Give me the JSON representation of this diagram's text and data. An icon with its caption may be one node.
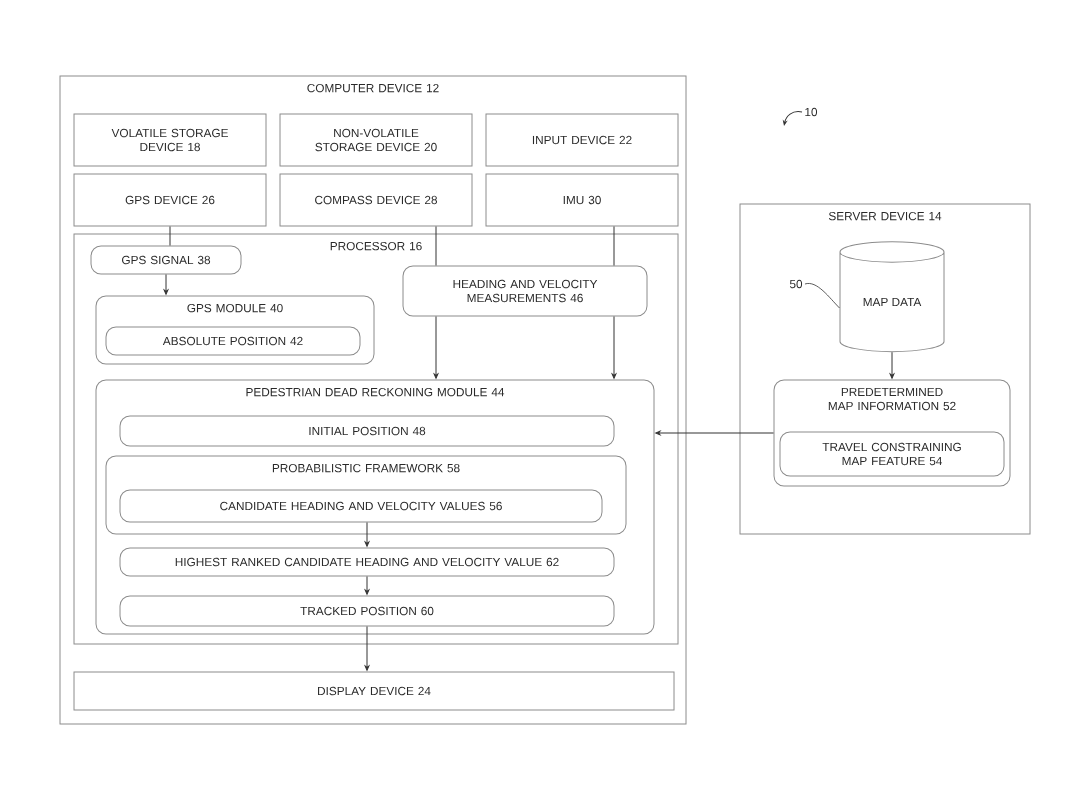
{
  "diagram": {
    "nodes": [
      {
        "text": [
          "COMPUTER DEVICE 12"
        ]
      },
      {
        "text": [
          "VOLATILE STORAGE DEVICE 18"
        ],
        "in": 0
      },
      {
        "text": [
          "NON-VOLATILE STORAGE DEVICE 20"
        ],
        "in": 0
      },
      {
        "text": [
          "INPUT DEVICE 22"
        ],
        "in": 0
      },
      {
        "text": [
          "GPS DEVICE 26"
        ],
        "in": 0
      },
      {
        "text": [
          "COMPASS DEVICE 28"
        ],
        "in": 0
      },
      {
        "text": [
          "IMU 30"
        ],
        "in": 0
      },
      {
        "text": [
          "PROCESSOR 16"
        ],
        "in": 0
      },
      {
        "text": [
          "GPS SIGNAL 38"
        ],
        "in": 7
      },
      {
        "text": [
          "GPS MODULE 40"
        ],
        "in": 7
      },
      {
        "text": [
          "ABSOLUTE POSITION 42"
        ],
        "in": 9
      },
      {
        "text": [
          "HEADING AND VELOCITY MEASUREMENTS 46"
        ],
        "in": 7
      },
      {
        "text": [
          "PEDESTRIAN DEAD RECKONING MODULE 44"
        ],
        "in": 7
      },
      {
        "text": [
          "INITIAL POSITION 48"
        ],
        "in": 12
      },
      {
        "text": [
          "PROBABILISTIC FRAMEWORK 58"
        ],
        "in": 12
      },
      {
        "text": [
          "CANDIDATE HEADING AND VELOCITY VALUES 56"
        ],
        "in": 14
      },
      {
        "text": [
          "HIGHEST RANKED CANDIDATE HEADING AND VELOCITY VALUE 62"
        ],
        "in": 12
      },
      {
        "text": [
          "TRACKED POSITION 60"
        ],
        "in": 12
      },
      {
        "text": [
          "DISPLAY DEVICE 24"
        ],
        "in": 0
      },
      {
        "text": [
          "SERVER DEVICE 14"
        ]
      },
      {
        "text": [
          "MAP DATA"
        ],
        "in": 19
      },
      {
        "text": [
          "PREDETERMINED MAP INFORMATION 52"
        ],
        "in": 19
      },
      {
        "text": [
          "TRAVEL CONSTRAINING MAP FEATURE 54"
        ],
        "in": 21
      },
      {
        "text": [
          "50"
        ],
        "in": 19
      }
    ],
    "edges": [
      {
        "from": 4,
        "to": 8,
        "arrow": "none"
      },
      {
        "from": 8,
        "to": 9,
        "arrow": "to"
      },
      {
        "from": 5,
        "to": 11,
        "arrow": "none"
      },
      {
        "from": 6,
        "to": 11,
        "arrow": "none"
      },
      {
        "from": 20,
        "to": 21,
        "arrow": "to"
      },
      {
        "from": 21,
        "to": 12,
        "arrow": "to"
      },
      {
        "from": 15,
        "to": 16,
        "arrow": "to"
      },
      {
        "from": 16,
        "to": 17,
        "arrow": "to"
      },
      {
        "from": 17,
        "to": 18,
        "arrow": "to"
      },
      {
        "from": 23,
        "to": 20,
        "arrow": "none"
      },
      {
        "from": 11,
        "to": 12,
        "arrow": "to"
      },
      {
        "from": 11,
        "to": 12,
        "arrow": "to"
      }
    ],
    "labels": [
      "10"
    ]
  }
}
